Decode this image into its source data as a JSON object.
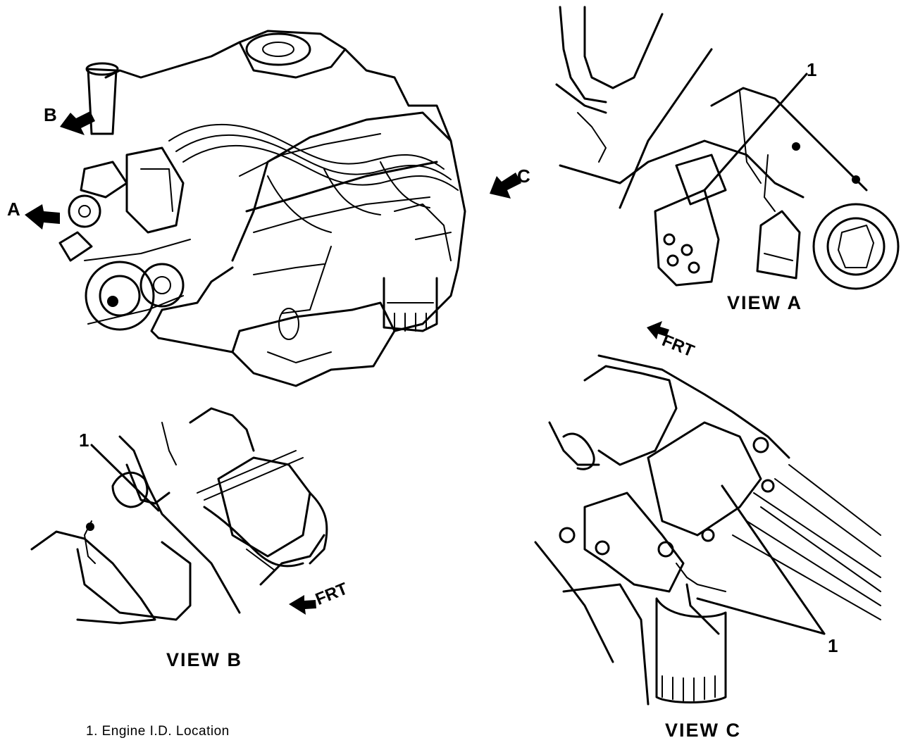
{
  "labels": {
    "view_a": "VIEW A",
    "view_b": "VIEW B",
    "view_c": "VIEW C",
    "callout": "1",
    "arrow_a": "A",
    "arrow_b": "B",
    "arrow_c": "C",
    "frt": "FRT"
  },
  "legend": {
    "item_1": "1. Engine I.D. Location"
  },
  "colors": {
    "ink": "#000000",
    "paper": "#ffffff"
  }
}
